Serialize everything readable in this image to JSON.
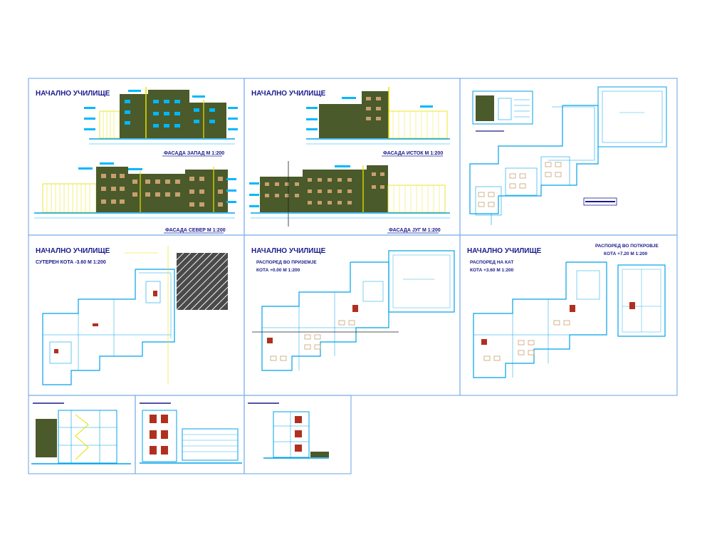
{
  "sheet": {
    "titles": [
      "НАЧАЛНО УЧИЛИЩЕ",
      "НАЧАЛНО УЧИЛИЩЕ",
      "НАЧАЛНО УЧИЛИЩЕ",
      "НАЧАЛНО УЧИЛИЩЕ",
      "НАЧАЛНО УЧИЛИЩЕ"
    ],
    "captions": {
      "p1_top": "ФАСАДА ЗАПАД М 1:200",
      "p1_bottom": "ФАСАДА СЕВЕР М 1:200",
      "p2_top": "ФАСАДА ИСТОК М 1:200",
      "p2_bottom": "ФАСАДА ЈУГ М 1:200",
      "p4_sub": "СУТЕРЕН КОТА -3.60 М 1:200",
      "p5_sub1": "РАСПОРЕД ВО ПРИЗЕМЈЕ",
      "p5_sub2": "КОТА +0.00 М 1:200",
      "p6_sub1": "РАСПОРЕД НА КАТ",
      "p6_sub2": "КОТА +3.60 М 1:200",
      "p6_right1": "РАСПОРЕД ВО ПОТКРОВЈЕ",
      "p6_right2": "КОТА +7.20 М 1:200"
    },
    "colors": {
      "frame": "#7fb2ea",
      "wall": "#00a2e8",
      "facade": "#4a5a2a",
      "accent": "#e8e000",
      "text": "#1a1a8c",
      "dim": "#00b7ff",
      "red": "#b03020"
    }
  }
}
